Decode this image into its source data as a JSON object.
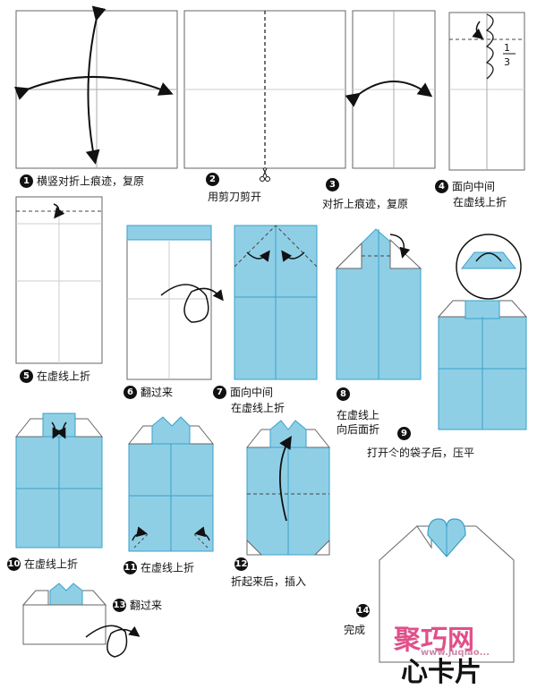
{
  "steps": [
    {
      "num": "1",
      "caption": "横竖对折上痕迹，复原"
    },
    {
      "num": "2",
      "caption": "用剪刀剪开"
    },
    {
      "num": "3",
      "caption": "对折上痕迹，复原"
    },
    {
      "num": "4",
      "caption": "面向中间",
      "caption2": "在虚线上折"
    },
    {
      "num": "5",
      "caption": "在虚线上折"
    },
    {
      "num": "6",
      "caption": "翻过来"
    },
    {
      "num": "7",
      "caption": "面向中间",
      "caption2": "在虚线上折"
    },
    {
      "num": "8",
      "caption": "在虚线上",
      "caption2": "向后面折"
    },
    {
      "num": "9",
      "caption": "打开仒的袋子后，压平"
    },
    {
      "num": "10",
      "caption": "在虚线上折"
    },
    {
      "num": "11",
      "caption": "在虚线上折"
    },
    {
      "num": "12",
      "caption": "折起来后，插入"
    },
    {
      "num": "13",
      "caption": "翻过来"
    },
    {
      "num": "14",
      "caption": "完成"
    }
  ],
  "fraction": {
    "numerator": "1",
    "denominator": "3"
  },
  "watermark": {
    "site": "聚巧网",
    "title": "心卡片",
    "url": "www.juqiao..."
  },
  "colors": {
    "paper_blue": "#8fcfe6",
    "line_blue": "#3aa0c8",
    "watermark_pink": "#e0508a"
  }
}
